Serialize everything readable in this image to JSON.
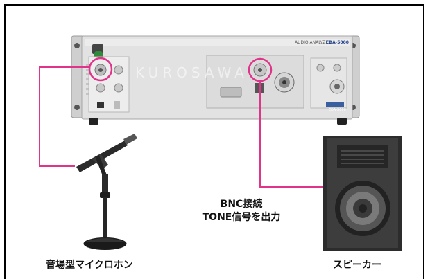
{
  "device": {
    "model_text": "AUDIO ANALYZER",
    "model_code": "EDA-5000",
    "brand_badge": "EDA-5000",
    "watermark": "KUROSAWA"
  },
  "labels": {
    "microphone": "音場型マイクロホン",
    "speaker": "スピーカー",
    "connection_line1": "BNC接続",
    "connection_line2": "TONE信号を出力"
  },
  "colors": {
    "highlight": "#e0338a",
    "device_body": "#d9d9d9",
    "speaker_body": "#333333"
  }
}
